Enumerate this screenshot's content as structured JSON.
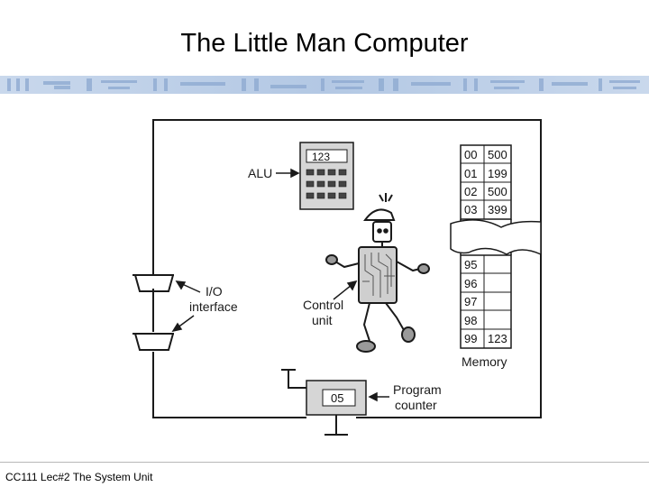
{
  "slide": {
    "title": "The Little Man Computer",
    "footer": "CC111 Lec#2 The System Unit"
  },
  "diagram": {
    "alu_label": "ALU",
    "alu_display": "123",
    "io_label_line1": "I/O",
    "io_label_line2": "interface",
    "control_label_line1": "Control",
    "control_label_line2": "unit",
    "memory_label": "Memory",
    "memory_top": [
      {
        "addr": "00",
        "val": "500"
      },
      {
        "addr": "01",
        "val": "199"
      },
      {
        "addr": "02",
        "val": "500"
      },
      {
        "addr": "03",
        "val": "399"
      }
    ],
    "memory_bottom": [
      {
        "addr": "95",
        "val": ""
      },
      {
        "addr": "96",
        "val": ""
      },
      {
        "addr": "97",
        "val": ""
      },
      {
        "addr": "98",
        "val": ""
      },
      {
        "addr": "99",
        "val": "123"
      }
    ],
    "pc_value": "05",
    "pc_label_line1": "Program",
    "pc_label_line2": "counter"
  },
  "colors": {
    "accent_band": "#9fb7d8",
    "ink": "#1a1a1a"
  }
}
